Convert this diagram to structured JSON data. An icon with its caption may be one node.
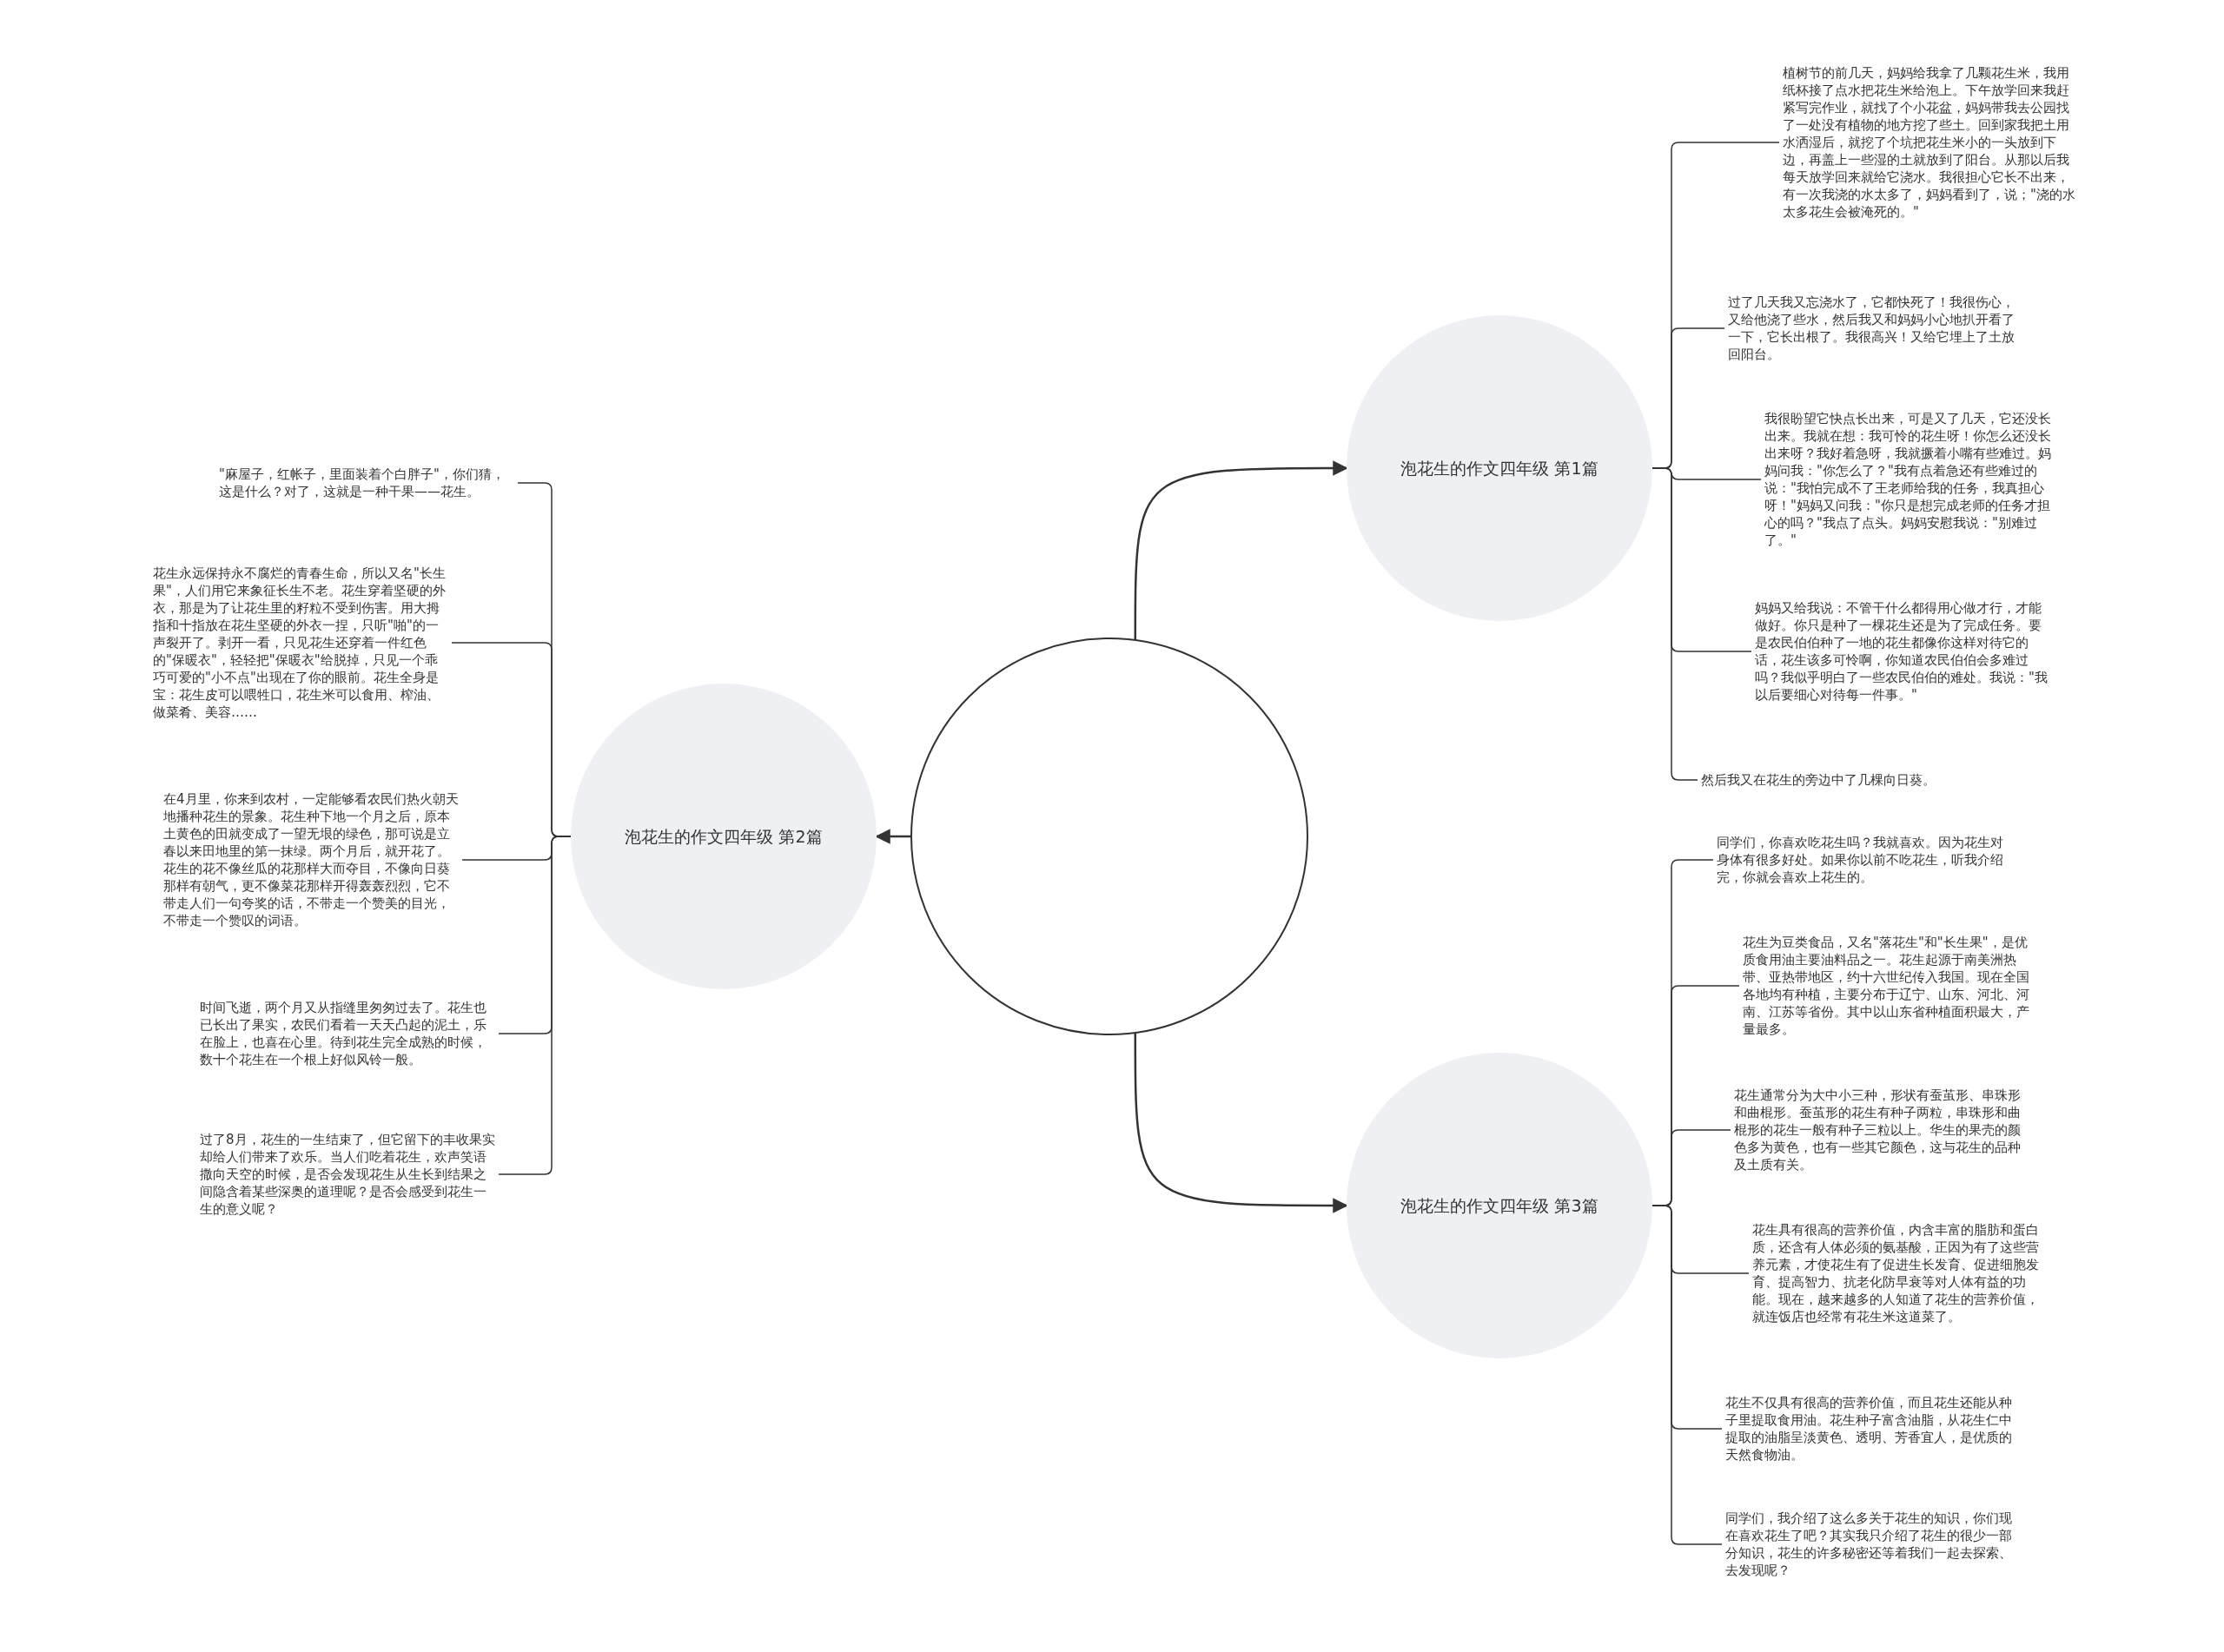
{
  "diagram": {
    "nodes": [
      {
        "text": [],
        "shape": "circle"
      },
      {
        "text": [
          "泡花生的作文四年级 第1篇"
        ]
      },
      {
        "text": [
          "植树节的前几天，妈妈给我拿了几颗花生米，我用纸杯接了点水把花生米给泡上。下午放学回来我赶紧写完作业，就找了个小花盆，妈妈带我去公园找了一处没有植物的地方挖了些土。回到家我把土用水洒湿后，就挖了个坑把花生米小的一头放到下边，再盖上一些湿的土就放到了阳台。从那以后我每天放学回来就给它浇水。我很担心它长不出来，有一次我浇的水太多了，妈妈看到了，说；\"浇的水太多花生会被淹死的。\""
        ]
      },
      {
        "text": [
          "过了几天我又忘浇水了，它都快死了！我很伤心，又给他浇了些水，然后我又和妈妈小心地扒开看了一下，它长出根了。我很高兴！又给它埋上了土放回阳台。"
        ]
      },
      {
        "text": [
          "我很盼望它快点长出来，可是又了几天，它还没长出来。我就在想：我可怜的花生呀！你怎么还没长出来呀？我好着急呀，我就撅着小嘴有些难过。妈妈问我：\"你怎么了？\"我有点着急还有些难过的说：\"我怕完成不了王老师给我的任务，我真担心呀！\"妈妈又问我：\"你只是想完成老师的任务才担心的吗？\"我点了点头。妈妈安慰我说：\"别难过了。\""
        ]
      },
      {
        "text": [
          "妈妈又给我说：不管干什么都得用心做才行，才能做好。你只是种了一棵花生还是为了完成任务。要是农民伯伯种了一地的花生都像你这样对待它的话，花生该多可怜啊，你知道农民伯伯会多难过吗？我似乎明白了一些农民伯伯的难处。我说：\"我以后要细心对待每一件事。\""
        ]
      },
      {
        "text": [
          "然后我又在花生的旁边中了几棵向日葵。"
        ]
      },
      {
        "text": [
          "泡花生的作文四年级 第2篇"
        ]
      },
      {
        "text": [
          "\"麻屋子，红帐子，里面装着个白胖子\"，你们猜，这是什么？对了，这就是一种干果——花生。"
        ]
      },
      {
        "text": [
          "花生永远保持永不腐烂的青春生命，所以又名\"长生果\"，人们用它来象征长生不老。花生穿着坚硬的外衣，那是为了让花生里的籽粒不受到伤害。用大拇指和十指放在花生坚硬的外衣一捏，只听\"啪\"的一声裂开了。剥开一看，只见花生还穿着一件红色的\"保暖衣\"，轻轻把\"保暖衣\"给脱掉，只见一个乖巧可爱的\"小不点\"出现在了你的眼前。花生全身是宝：花生皮可以喂牲口，花生米可以食用、榨油、做菜肴、美容……"
        ]
      },
      {
        "text": [
          "在4月里，你来到农村，一定能够看农民们热火朝天地播种花生的景象。花生种下地一个月之后，原本土黄色的田就变成了一望无垠的绿色，那可说是立春以来田地里的第一抹绿。两个月后，就开花了。花生的花不像丝瓜的花那样大而夺目，不像向日葵那样有朝气，更不像菜花那样开得轰轰烈烈，它不带走人们一句夸奖的话，不带走一个赞美的目光，不带走一个赞叹的词语。"
        ]
      },
      {
        "text": [
          "时间飞逝，两个月又从指缝里匆匆过去了。花生也已长出了果实，农民们看着一天天凸起的泥土，乐在脸上，也喜在心里。待到花生完全成熟的时候，数十个花生在一个根上好似风铃一般。"
        ]
      },
      {
        "text": [
          "过了8月，花生的一生结束了，但它留下的丰收果实却给人们带来了欢乐。当人们吃着花生，欢声笑语撒向天空的时候，是否会发现花生从生长到结果之间隐含着某些深奥的道理呢？是否会感受到花生一生的意义呢？"
        ]
      },
      {
        "text": [
          "泡花生的作文四年级 第3篇"
        ]
      },
      {
        "text": [
          "同学们，你喜欢吃花生吗？我就喜欢。因为花生对身体有很多好处。如果你以前不吃花生，听我介绍完，你就会喜欢上花生的。"
        ]
      },
      {
        "text": [
          "花生为豆类食品，又名\"落花生\"和\"长生果\"，是优质食用油主要油料品之一。花生起源于南美洲热带、亚热带地区，约十六世纪传入我国。现在全国各地均有种植，主要分布于辽宁、山东、河北、河南、江苏等省份。其中以山东省种植面积最大，产量最多。"
        ]
      },
      {
        "text": [
          "花生通常分为大中小三种，形状有蚕茧形、串珠形和曲棍形。蚕茧形的花生有种子两粒，串珠形和曲棍形的花生一般有种子三粒以上。华生的果壳的颜色多为黄色，也有一些其它颜色，这与花生的品种及土质有关。"
        ]
      },
      {
        "text": [
          "花生具有很高的营养价值，内含丰富的脂肪和蛋白质，还含有人体必须的氨基酸，正因为有了这些营养元素，才使花生有了促进生长发育、促进细胞发育、提高智力、抗老化防早衰等对人体有益的功能。现在，越来越多的人知道了花生的营养价值，就连饭店也经常有花生米这道菜了。"
        ]
      },
      {
        "text": [
          "花生不仅具有很高的营养价值，而且花生还能从种子里提取食用油。花生种子富含油脂，从花生仁中提取的油脂呈淡黄色、透明、芳香宜人，是优质的天然食物油。"
        ]
      },
      {
        "text": [
          "同学们，我介绍了这么多关于花生的知识，你们现在喜欢花生了吧？其实我只介绍了花生的很少一部分知识，花生的许多秘密还等着我们一起去探索、去发现呢？"
        ]
      }
    ],
    "edges": [
      {
        "from": 0,
        "to": 1,
        "arrow": "to"
      },
      {
        "from": 1,
        "to": 2,
        "arrow": "none"
      },
      {
        "from": 1,
        "to": 3,
        "arrow": "none"
      },
      {
        "from": 1,
        "to": 4,
        "arrow": "none"
      },
      {
        "from": 1,
        "to": 5,
        "arrow": "none"
      },
      {
        "from": 1,
        "to": 6,
        "arrow": "none"
      },
      {
        "from": 0,
        "to": 7,
        "arrow": "to"
      },
      {
        "from": 7,
        "to": 8,
        "arrow": "none"
      },
      {
        "from": 7,
        "to": 9,
        "arrow": "none"
      },
      {
        "from": 7,
        "to": 10,
        "arrow": "none"
      },
      {
        "from": 7,
        "to": 11,
        "arrow": "none"
      },
      {
        "from": 7,
        "to": 12,
        "arrow": "none"
      },
      {
        "from": 0,
        "to": 13,
        "arrow": "to"
      },
      {
        "from": 13,
        "to": 14,
        "arrow": "none"
      },
      {
        "from": 13,
        "to": 15,
        "arrow": "none"
      },
      {
        "from": 13,
        "to": 16,
        "arrow": "none"
      },
      {
        "from": 13,
        "to": 17,
        "arrow": "none"
      },
      {
        "from": 13,
        "to": 18,
        "arrow": "none"
      },
      {
        "from": 13,
        "to": 19,
        "arrow": "none"
      }
    ]
  }
}
